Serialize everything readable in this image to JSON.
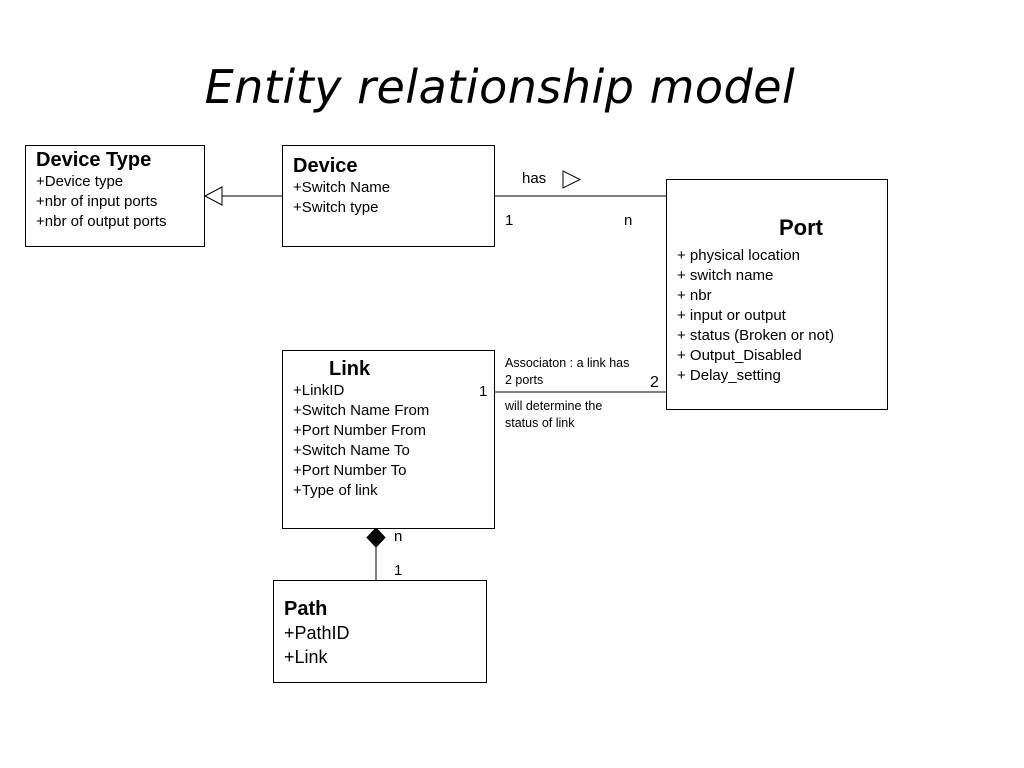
{
  "title": "Entity relationship model",
  "entities": {
    "device_type": {
      "name": "Device Type",
      "attributes": [
        "+Device type",
        "+nbr of input ports",
        "+nbr of output ports"
      ]
    },
    "device": {
      "name": "Device",
      "attributes": [
        "+Switch Name",
        "+Switch type"
      ]
    },
    "port": {
      "name": "Port",
      "attributes": [
        "+ physical location",
        "+ switch name",
        "+ nbr",
        "+ input or output",
        "+ status (Broken or not)",
        "+ Output_Disabled",
        "+ Delay_setting"
      ]
    },
    "link": {
      "name": "Link",
      "attributes": [
        "+LinkID",
        "+Switch Name From",
        "+Port Number From",
        "+Switch Name To",
        "+Port Number To",
        "+Type of link"
      ]
    },
    "path": {
      "name": "Path",
      "attributes": [
        "+PathID",
        "+Link"
      ]
    }
  },
  "relations": {
    "device_port": {
      "label": "has",
      "mult_device": "1",
      "mult_port": "n"
    },
    "link_port": {
      "mult_link": "1",
      "mult_port": "2",
      "note_above": "Associaton : a link has 2 ports",
      "note_below": "will determine the status of link"
    },
    "link_path": {
      "mult_link": "n",
      "mult_path": "1"
    }
  }
}
